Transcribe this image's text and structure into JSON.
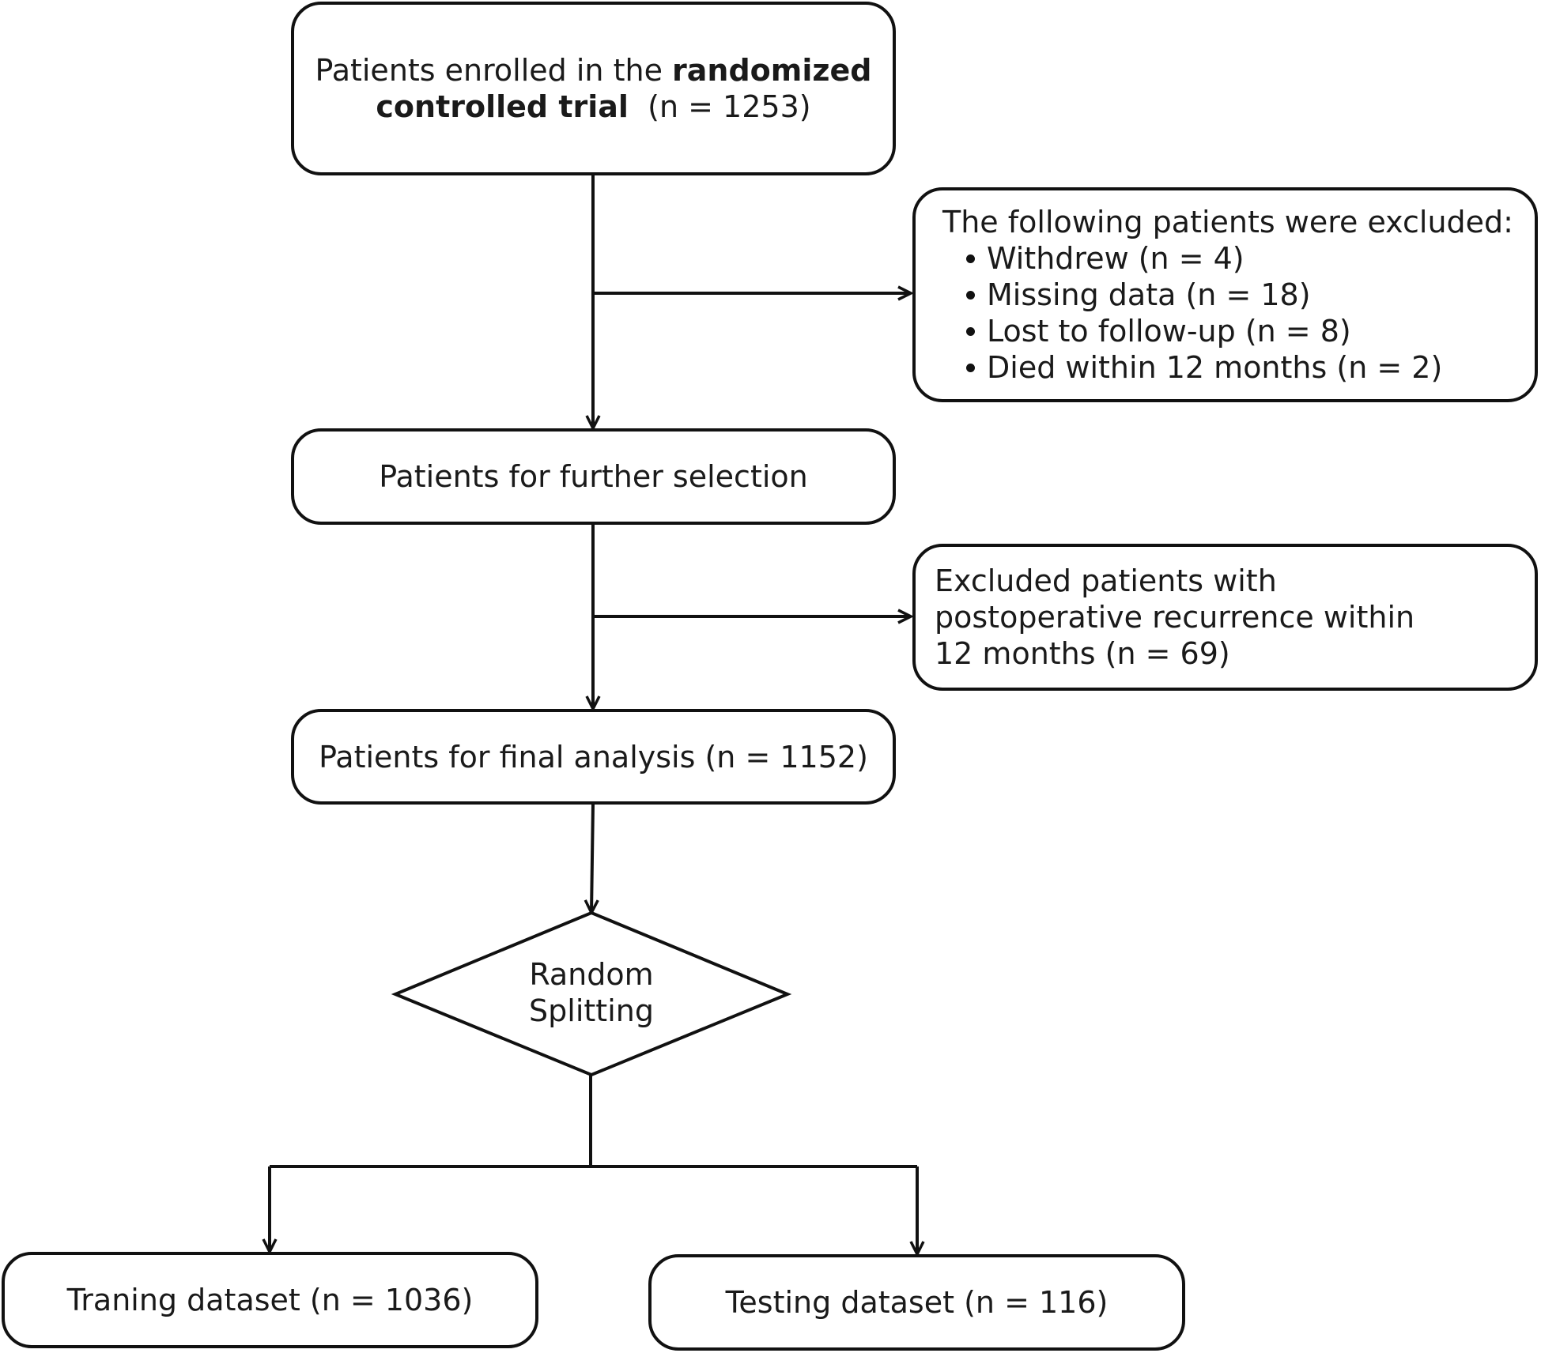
{
  "enrolled": {
    "text_pre": "Patients enrolled in the ",
    "text_bold_1": "randomized",
    "text_bold_2": "controlled trial",
    "count": "  (n = 1253)"
  },
  "exclusion_1": {
    "title": "The following patients were excluded:",
    "items": [
      "Withdrew (n = 4)",
      "Missing data  (n = 18)",
      "Lost to follow-up (n = 8)",
      "Died within 12 months (n = 2)"
    ]
  },
  "further_selection": {
    "label": "Patients for further selection"
  },
  "exclusion_2": {
    "line1": "Excluded patients with",
    "line2": "postoperative recurrence within",
    "line3": "12 months (n = 69)"
  },
  "final_analysis": {
    "label": "Patients for final analysis (n = 1152)"
  },
  "random_split": {
    "line1": "Random",
    "line2": "Splitting"
  },
  "training": {
    "label": "Traning dataset (n = 1036)"
  },
  "testing": {
    "label": "Testing dataset (n = 116)"
  },
  "colors": {
    "stroke": "#111111",
    "text": "#1a1a1a",
    "background": "#ffffff"
  }
}
